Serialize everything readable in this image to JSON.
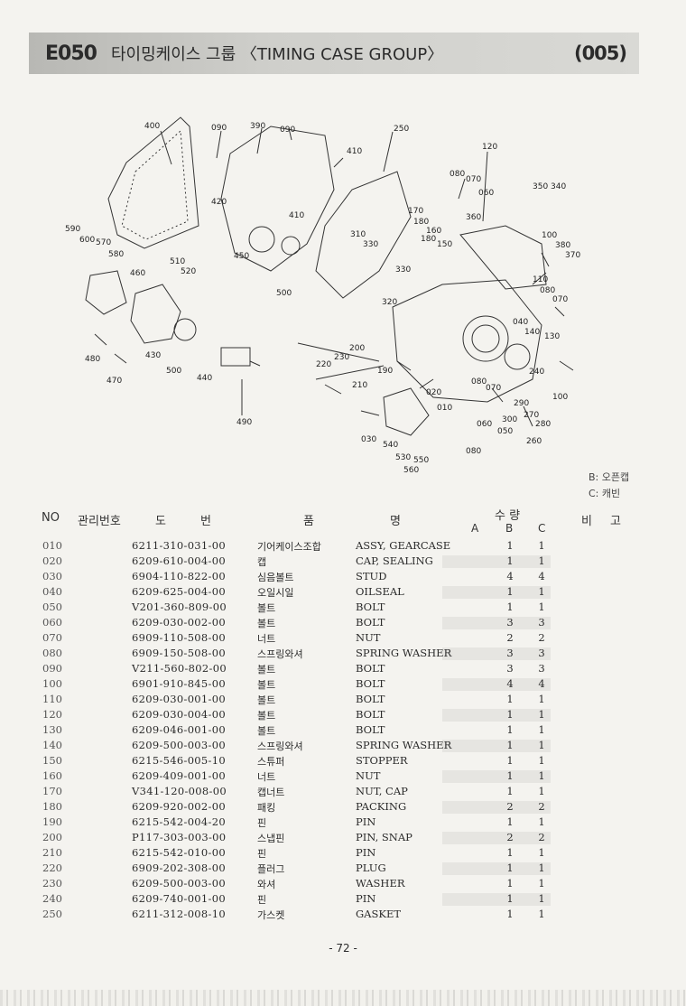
{
  "header": {
    "code": "E050",
    "title": "타이밍케이스 그룹 〈TIMING CASE GROUP〉",
    "page": "(005)"
  },
  "diagram_labels": [
    "400",
    "090",
    "390",
    "090",
    "250",
    "120",
    "410",
    "080",
    "070",
    "060",
    "350",
    "340",
    "420",
    "410",
    "170",
    "180",
    "160",
    "180",
    "150",
    "360",
    "590",
    "600",
    "570",
    "580",
    "510",
    "520",
    "460",
    "450",
    "500",
    "310",
    "330",
    "330",
    "100",
    "380",
    "370",
    "110",
    "080",
    "070",
    "320",
    "040",
    "140",
    "130",
    "200",
    "230",
    "190",
    "220",
    "210",
    "020",
    "010",
    "080",
    "070",
    "060",
    "050",
    "300",
    "290",
    "270",
    "280",
    "260",
    "240",
    "100",
    "480",
    "470",
    "430",
    "500",
    "440",
    "490",
    "030",
    "540",
    "530",
    "550",
    "560"
  ],
  "legend": {
    "b": "B: 오픈캡",
    "c": "C: 캐빈"
  },
  "columns": {
    "no": "NO",
    "mgmt": "관리번호",
    "do": "도",
    "beon": "번",
    "pum": "품",
    "myeong": "명",
    "qty": "수  량",
    "a": "A",
    "b": "B",
    "c": "C",
    "bi": "비",
    "go": "고"
  },
  "parts": [
    {
      "no": "010",
      "part": "6211-310-031-00",
      "kr": "기어케이스조합",
      "en": "ASSY, GEARCASE",
      "b": "1",
      "c": "1"
    },
    {
      "no": "020",
      "part": "6209-610-004-00",
      "kr": "캡",
      "en": "CAP, SEALING",
      "b": "1",
      "c": "1"
    },
    {
      "no": "030",
      "part": "6904-110-822-00",
      "kr": "심음볼트",
      "en": "STUD",
      "b": "4",
      "c": "4"
    },
    {
      "no": "040",
      "part": "6209-625-004-00",
      "kr": "오일시일",
      "en": "OILSEAL",
      "b": "1",
      "c": "1"
    },
    {
      "no": "050",
      "part": "V201-360-809-00",
      "kr": "볼트",
      "en": "BOLT",
      "b": "1",
      "c": "1"
    },
    {
      "no": "060",
      "part": "6209-030-002-00",
      "kr": "볼트",
      "en": "BOLT",
      "b": "3",
      "c": "3"
    },
    {
      "no": "070",
      "part": "6909-110-508-00",
      "kr": "너트",
      "en": "NUT",
      "b": "2",
      "c": "2"
    },
    {
      "no": "080",
      "part": "6909-150-508-00",
      "kr": "스프링와셔",
      "en": "SPRING WASHER",
      "b": "3",
      "c": "3"
    },
    {
      "no": "090",
      "part": "V211-560-802-00",
      "kr": "볼트",
      "en": "BOLT",
      "b": "3",
      "c": "3"
    },
    {
      "no": "100",
      "part": "6901-910-845-00",
      "kr": "볼트",
      "en": "BOLT",
      "b": "4",
      "c": "4"
    },
    {
      "no": "110",
      "part": "6209-030-001-00",
      "kr": "볼트",
      "en": "BOLT",
      "b": "1",
      "c": "1"
    },
    {
      "no": "120",
      "part": "6209-030-004-00",
      "kr": "볼트",
      "en": "BOLT",
      "b": "1",
      "c": "1"
    },
    {
      "no": "130",
      "part": "6209-046-001-00",
      "kr": "볼트",
      "en": "BOLT",
      "b": "1",
      "c": "1"
    },
    {
      "no": "140",
      "part": "6209-500-003-00",
      "kr": "스프링와셔",
      "en": "SPRING WASHER",
      "b": "1",
      "c": "1"
    },
    {
      "no": "150",
      "part": "6215-546-005-10",
      "kr": "스튜퍼",
      "en": "STOPPER",
      "b": "1",
      "c": "1"
    },
    {
      "no": "160",
      "part": "6209-409-001-00",
      "kr": "너트",
      "en": "NUT",
      "b": "1",
      "c": "1"
    },
    {
      "no": "170",
      "part": "V341-120-008-00",
      "kr": "캡너트",
      "en": "NUT, CAP",
      "b": "1",
      "c": "1"
    },
    {
      "no": "180",
      "part": "6209-920-002-00",
      "kr": "패킹",
      "en": "PACKING",
      "b": "2",
      "c": "2"
    },
    {
      "no": "190",
      "part": "6215-542-004-20",
      "kr": "핀",
      "en": "PIN",
      "b": "1",
      "c": "1"
    },
    {
      "no": "200",
      "part": "P117-303-003-00",
      "kr": "스냅핀",
      "en": "PIN, SNAP",
      "b": "2",
      "c": "2"
    },
    {
      "no": "210",
      "part": "6215-542-010-00",
      "kr": "핀",
      "en": "PIN",
      "b": "1",
      "c": "1"
    },
    {
      "no": "220",
      "part": "6909-202-308-00",
      "kr": "플러그",
      "en": "PLUG",
      "b": "1",
      "c": "1"
    },
    {
      "no": "230",
      "part": "6209-500-003-00",
      "kr": "와셔",
      "en": "WASHER",
      "b": "1",
      "c": "1"
    },
    {
      "no": "240",
      "part": "6209-740-001-00",
      "kr": "핀",
      "en": "PIN",
      "b": "1",
      "c": "1"
    },
    {
      "no": "250",
      "part": "6211-312-008-10",
      "kr": "가스켓",
      "en": "GASKET",
      "b": "1",
      "c": "1"
    }
  ],
  "footer": {
    "page": "- 72 -"
  }
}
